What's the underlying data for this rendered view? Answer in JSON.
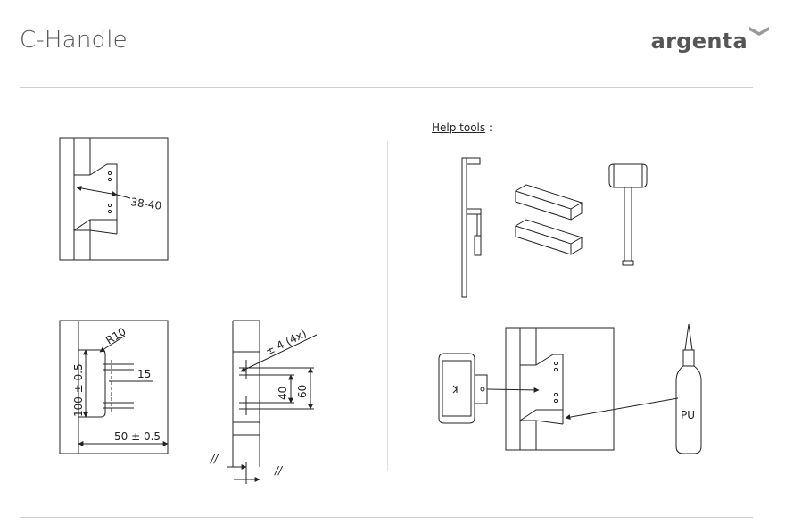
{
  "header": {
    "title": "C-Handle",
    "brand": "argenta",
    "brand_mark_color": "#9a9a9a"
  },
  "help_tools": {
    "label": "Help tools",
    "suffix": ":"
  },
  "fig1": {
    "dimension": "38-40"
  },
  "fig2": {
    "radius": "R10",
    "height": "100 ± 0.5",
    "hole_offset": "15",
    "width": "50 ± 0.5"
  },
  "fig3": {
    "holes": "± 4 (4x)",
    "inner": "40",
    "outer": "60",
    "parallel_mark": "//"
  },
  "fig_assembly": {
    "glue_label": "PU"
  }
}
